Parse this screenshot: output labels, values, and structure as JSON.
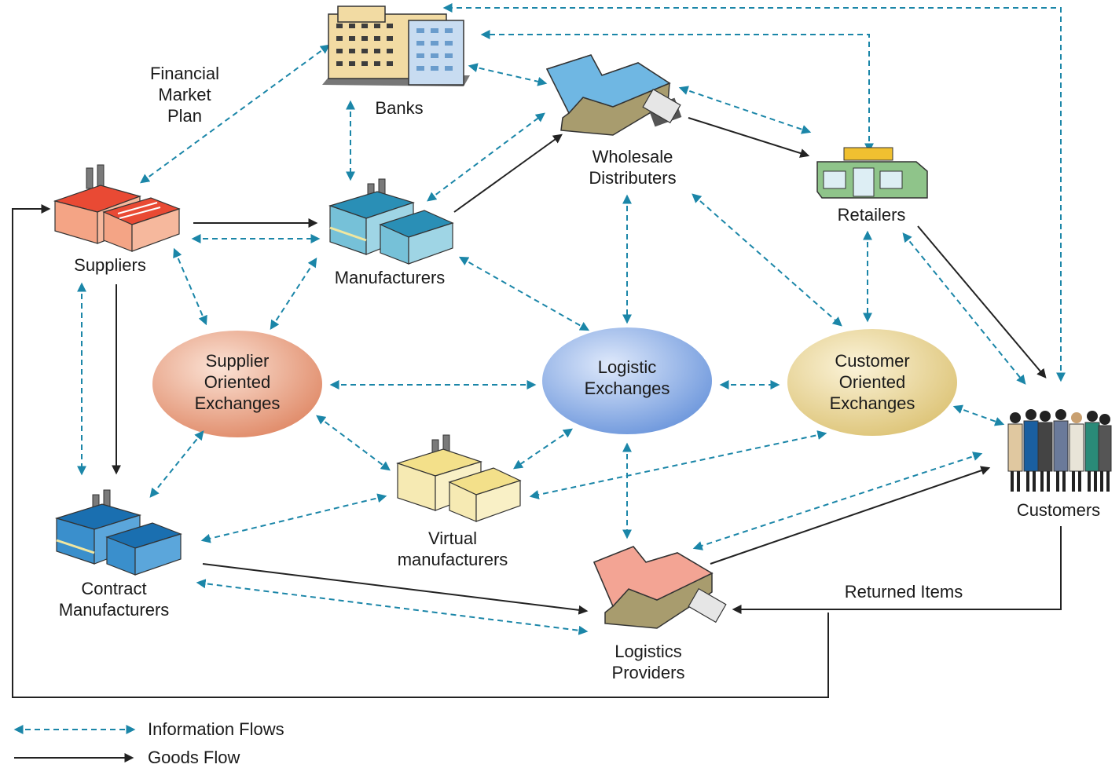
{
  "nodes": {
    "banks": "Banks",
    "financial_market_plan": "Financial\nMarket\nPlan",
    "wholesale_distributors": "Wholesale\nDistributers",
    "retailers": "Retailers",
    "suppliers": "Suppliers",
    "manufacturers": "Manufacturers",
    "supplier_exchanges": "Supplier\nOriented\nExchanges",
    "logistic_exchanges": "Logistic\nExchanges",
    "customer_exchanges": "Customer\nOriented\nExchanges",
    "customers": "Customers",
    "virtual_manufacturers": "Virtual\nmanufacturers",
    "contract_manufacturers": "Contract\nManufacturers",
    "logistics_providers": "Logistics\nProviders",
    "returned_items": "Returned Items"
  },
  "legend": {
    "information": "Information Flows",
    "goods": "Goods Flow"
  },
  "colors": {
    "info_flow": "#1b86a8",
    "goods_flow": "#222222",
    "supplier_exchange": "#e89878",
    "logistic_exchange": "#7fa6e0",
    "customer_exchange": "#e6cf86"
  }
}
